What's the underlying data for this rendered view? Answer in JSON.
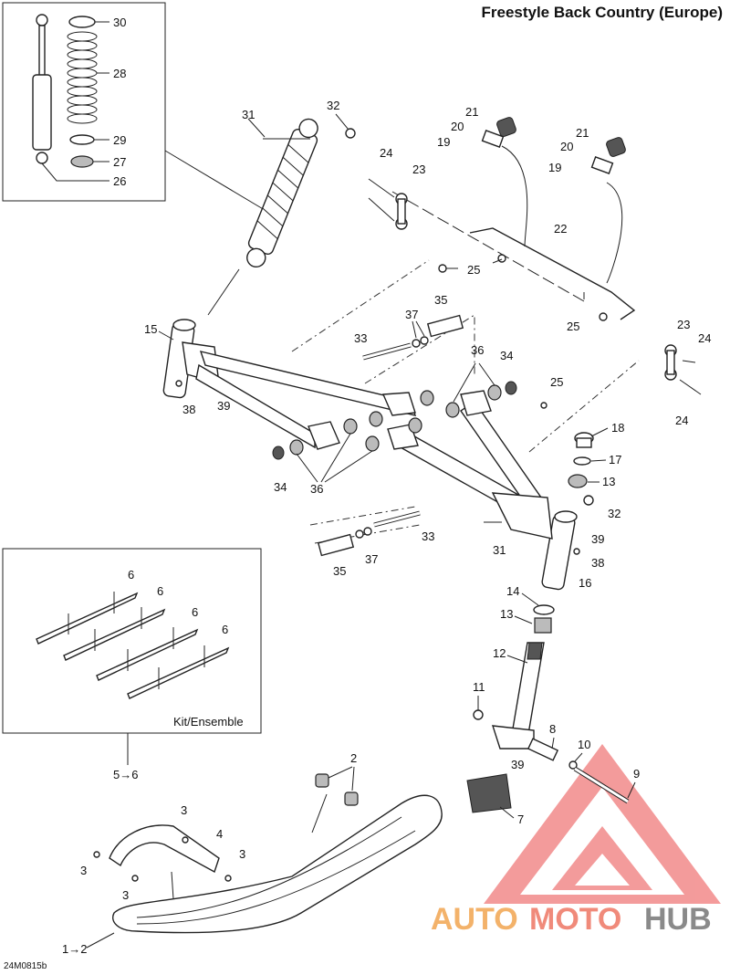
{
  "title": "Freestyle Back Country (Europe)",
  "drawing_code": "24M0815b",
  "kit_label": "Kit/Ensemble",
  "callouts": {
    "c1_2": "1→2",
    "c2": "2",
    "c3a": "3",
    "c3b": "3",
    "c3c": "3",
    "c3d": "3",
    "c4": "4",
    "c5_6": "5→6",
    "c6a": "6",
    "c6b": "6",
    "c6c": "6",
    "c6d": "6",
    "c7": "7",
    "c8": "8",
    "c9": "9",
    "c10": "10",
    "c11": "11",
    "c12": "12",
    "c13a": "13",
    "c13b": "13",
    "c14": "14",
    "c15": "15",
    "c16": "16",
    "c17": "17",
    "c18": "18",
    "c19a": "19",
    "c19b": "19",
    "c20a": "20",
    "c20b": "20",
    "c21a": "21",
    "c21b": "21",
    "c22": "22",
    "c23a": "23",
    "c23b": "23",
    "c24a": "24",
    "c24b": "24",
    "c24c": "24",
    "c25a": "25",
    "c25b": "25",
    "c25c": "25",
    "c26": "26",
    "c27": "27",
    "c28": "28",
    "c29": "29",
    "c30": "30",
    "c31a": "31",
    "c31b": "31",
    "c32a": "32",
    "c32b": "32",
    "c33a": "33",
    "c33b": "33",
    "c34a": "34",
    "c34b": "34",
    "c35a": "35",
    "c35b": "35",
    "c36a": "36",
    "c36b": "36",
    "c37a": "37",
    "c37b": "37",
    "c38a": "38",
    "c38b": "38",
    "c39a": "39",
    "c39b": "39",
    "c39c": "39"
  },
  "watermark": {
    "part1": "AUTO",
    "part2": "MOTO",
    "part3": "HUB",
    "color_auto": "#f3b26a",
    "color_moto": "#f08a7a",
    "color_hub": "#8a8a8a",
    "triangle_color": "#f07a7a"
  }
}
